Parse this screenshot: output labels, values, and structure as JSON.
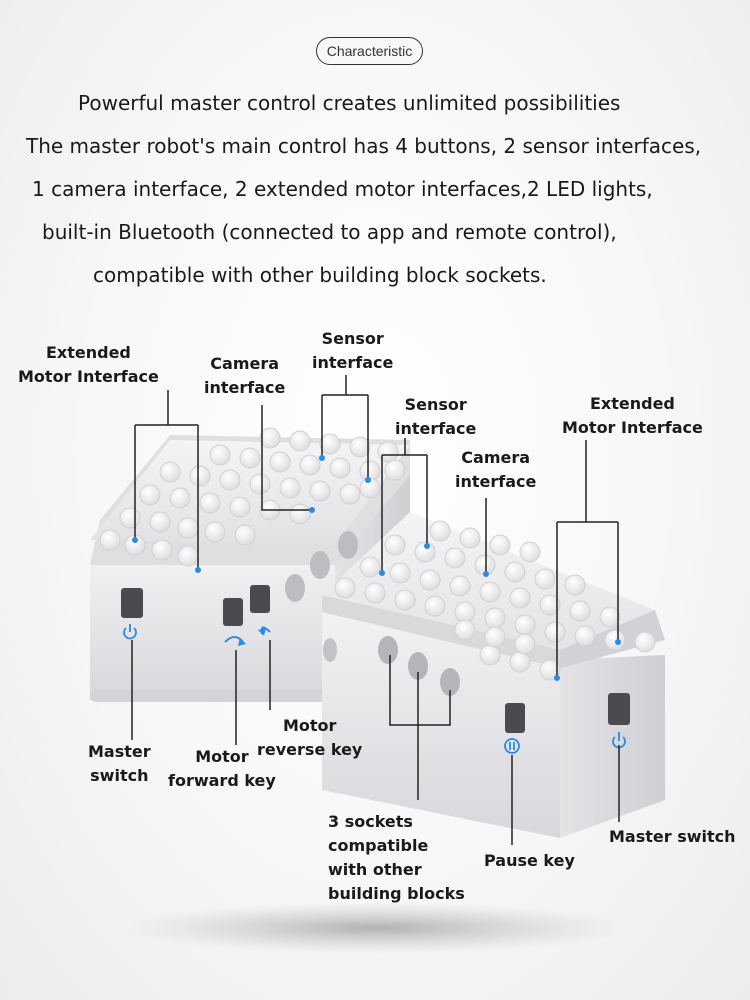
{
  "badge": "Characteristic",
  "description": [
    "Powerful master control creates unlimited possibilities",
    "The master robot's main control has 4 buttons, 2 sensor interfaces,",
    "1 camera interface, 2 extended motor interfaces,2 LED lights,",
    "built-in Bluetooth (connected to app and remote control),",
    "compatible with other building block sockets."
  ],
  "labels": {
    "left_motor": [
      "Extended",
      "Motor Interface"
    ],
    "left_camera": [
      "Camera",
      "interface"
    ],
    "top_sensor": [
      "Sensor",
      "interface"
    ],
    "mid_sensor": [
      "Sensor",
      "interface"
    ],
    "right_camera": [
      "Camera",
      "interface"
    ],
    "right_motor": [
      "Extended",
      "Motor Interface"
    ],
    "master_switch_left": [
      "Master",
      "switch"
    ],
    "motor_forward": [
      "Motor",
      "forward key"
    ],
    "motor_reverse": [
      "Motor",
      "reverse key"
    ],
    "sockets": [
      "3 sockets",
      "compatible",
      "with other",
      "building blocks"
    ],
    "pause_key": "Pause key",
    "master_switch_right": "Master switch"
  },
  "colors": {
    "accent_blue": "#2b8be0",
    "block_body": "#e9e9eb",
    "stud": "#ffffff",
    "line": "#222222"
  },
  "icons": [
    "power-icon",
    "rotate-cw-icon",
    "rotate-ccw-icon",
    "pause-icon"
  ]
}
